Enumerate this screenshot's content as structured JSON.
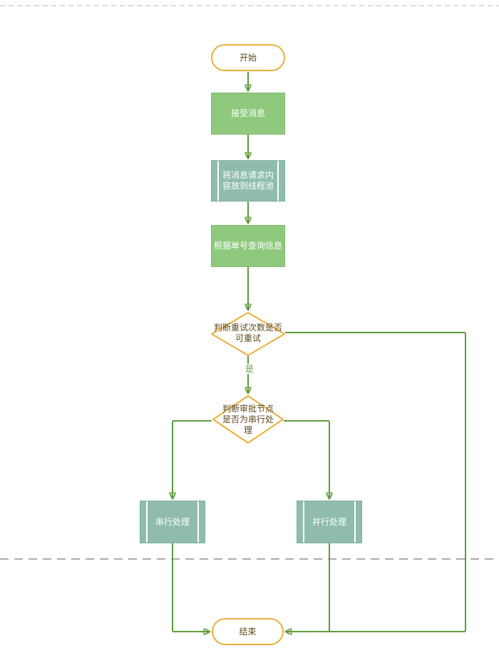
{
  "nodes": {
    "start": {
      "label": "开始",
      "type": "terminator"
    },
    "receive_message": {
      "label": "接受消息",
      "type": "process"
    },
    "thread_pool": {
      "label": "将消息请求内容放到线程池",
      "type": "predefined-process"
    },
    "query_by_order": {
      "label": "根据单号查询信息",
      "type": "process"
    },
    "retry_decision": {
      "label": "判断重试次数是否可重试",
      "type": "decision"
    },
    "serial_decision": {
      "label": "判断审批节点是否为串行处理",
      "type": "decision"
    },
    "serial_process": {
      "label": "串行处理",
      "type": "predefined-process"
    },
    "parallel_process": {
      "label": "并行处理",
      "type": "predefined-process"
    },
    "end": {
      "label": "结束",
      "type": "terminator"
    }
  },
  "edge_labels": {
    "retry_yes": "是"
  },
  "colors": {
    "terminator_border": "#E9AF3B",
    "terminator_text": "#5C4A1D",
    "process_fill": "#8FC97E",
    "process_border": "#7FBA6D",
    "predefined_fill": "#8FBCAB",
    "predefined_border": "#7EAE9C",
    "connector_stroke": "#5D9C3B",
    "arrowhead_fill": "#44912C",
    "edge_label_text": "#60A13C",
    "page_break_top": "#DCDCDC",
    "page_break_middle": "#ABABAB",
    "canvas_background": "#FFFFFF"
  }
}
